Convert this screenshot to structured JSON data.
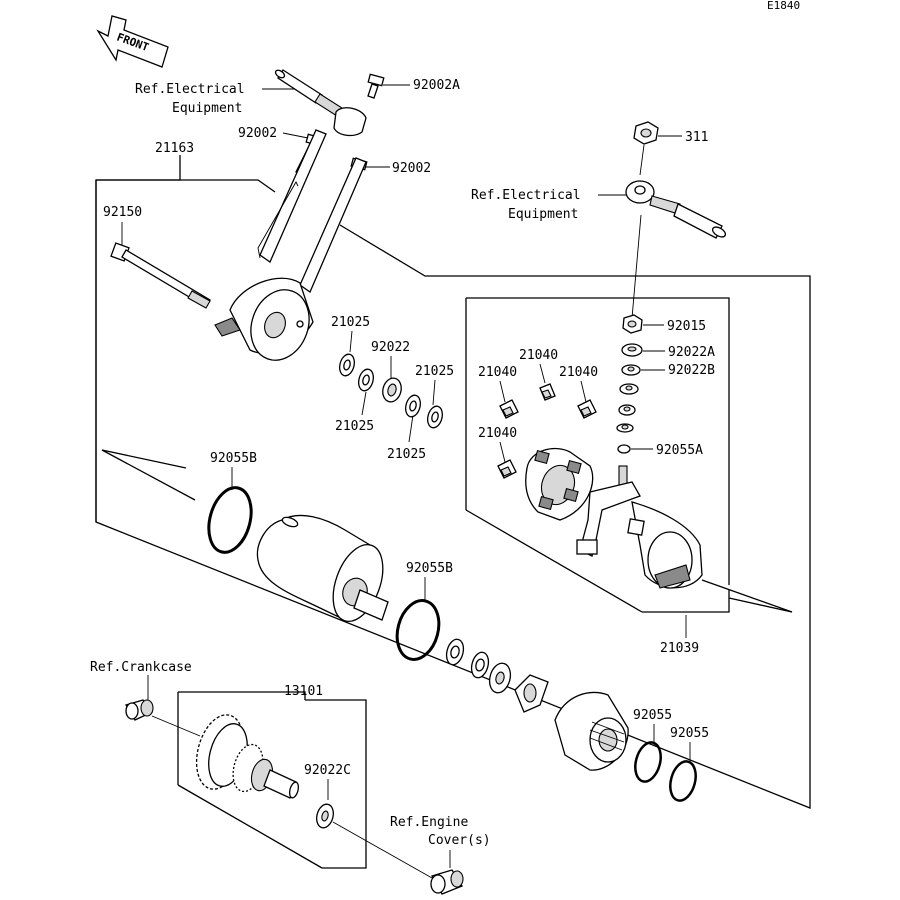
{
  "diagram_code": "E1840",
  "front_label": "FRONT",
  "labels": {
    "ref_elec_top_line1": "Ref.Electrical",
    "ref_elec_top_line2": "Equipment",
    "p92002A": "92002A",
    "p92002_left": "92002",
    "p92002_right": "92002",
    "p21163": "21163",
    "p311": "311",
    "ref_elec_right_line1": "Ref.Electrical",
    "ref_elec_right_line2": "Equipment",
    "p92150": "92150",
    "p92015": "92015",
    "p21025_a": "21025",
    "p92022": "92022",
    "p21025_b": "21025",
    "p21025_c": "21025",
    "p21025_d": "21025",
    "p21040_a": "21040",
    "p21040_b": "21040",
    "p21040_c": "21040",
    "p21040_d": "21040",
    "p92022A": "92022A",
    "p92022B": "92022B",
    "p92055A": "92055A",
    "p92055B_a": "92055B",
    "p92055B_b": "92055B",
    "p21039": "21039",
    "ref_crankcase": "Ref.Crankcase",
    "p13101": "13101",
    "p92055_a": "92055",
    "p92055_b": "92055",
    "p92022C": "92022C",
    "ref_engine_line1": "Ref.Engine",
    "ref_engine_line2": "Cover(s)"
  }
}
